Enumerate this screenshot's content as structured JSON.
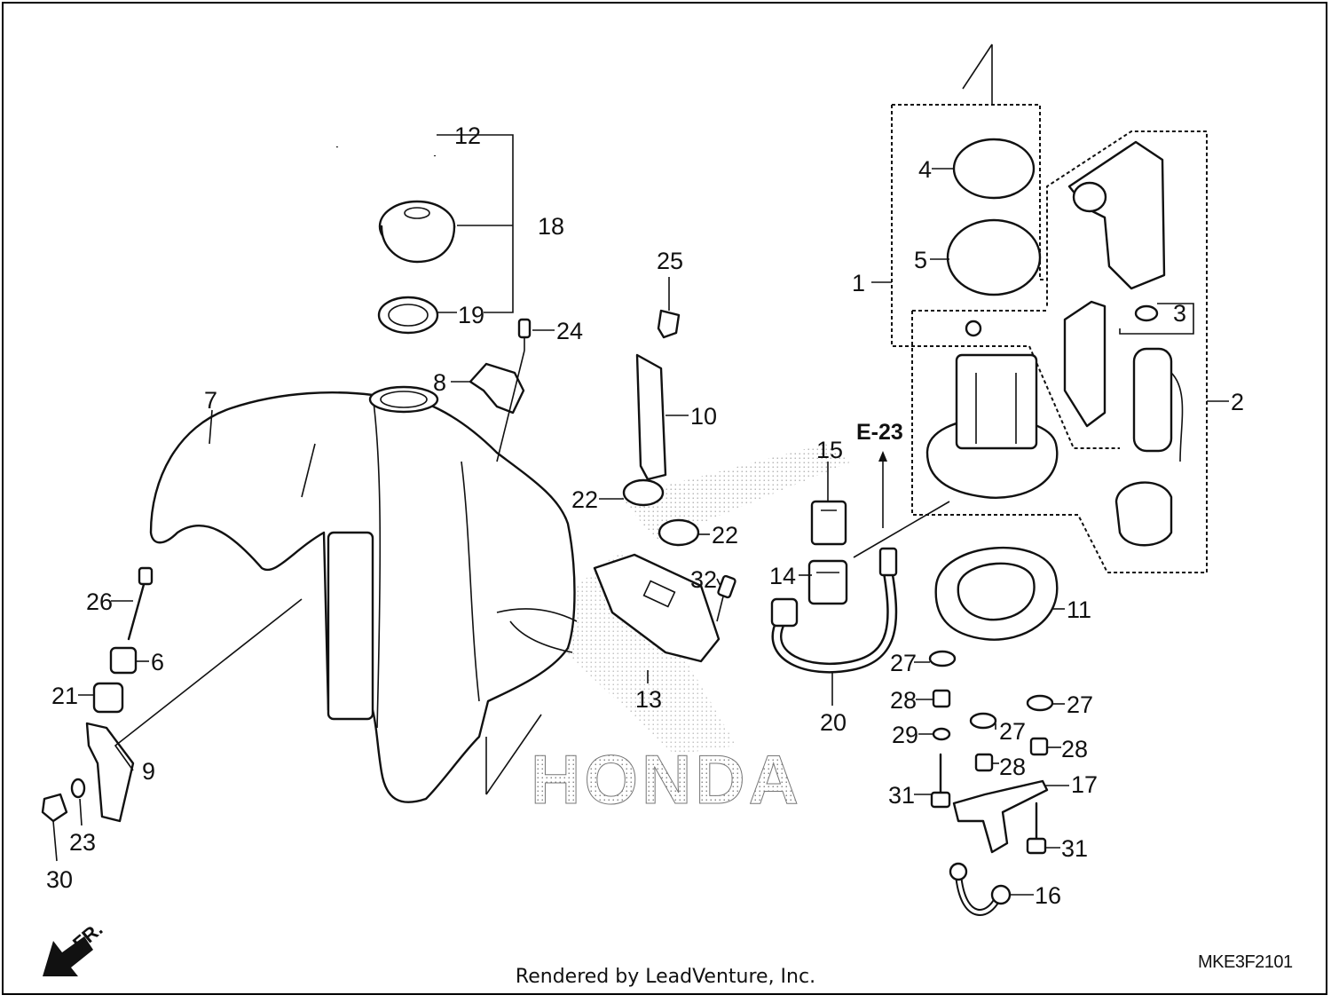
{
  "diagram": {
    "section_ref": "E-23",
    "direction_label": "FR.",
    "brand_watermark": "HONDA",
    "diagram_code": "MKE3F2101",
    "footer_text": "Rendered by LeadVenture, Inc.",
    "callouts": [
      {
        "id": "c1",
        "label": "1"
      },
      {
        "id": "c2",
        "label": "2"
      },
      {
        "id": "c3",
        "label": "3"
      },
      {
        "id": "c4",
        "label": "4"
      },
      {
        "id": "c5",
        "label": "5"
      },
      {
        "id": "c6",
        "label": "6"
      },
      {
        "id": "c7",
        "label": "7"
      },
      {
        "id": "c8",
        "label": "8"
      },
      {
        "id": "c9",
        "label": "9"
      },
      {
        "id": "c10",
        "label": "10"
      },
      {
        "id": "c11",
        "label": "11"
      },
      {
        "id": "c12",
        "label": "12"
      },
      {
        "id": "c13",
        "label": "13"
      },
      {
        "id": "c14",
        "label": "14"
      },
      {
        "id": "c15",
        "label": "15"
      },
      {
        "id": "c16",
        "label": "16"
      },
      {
        "id": "c17",
        "label": "17"
      },
      {
        "id": "c18",
        "label": "18"
      },
      {
        "id": "c19",
        "label": "19"
      },
      {
        "id": "c20",
        "label": "20"
      },
      {
        "id": "c21",
        "label": "21"
      },
      {
        "id": "c22a",
        "label": "22"
      },
      {
        "id": "c22b",
        "label": "22"
      },
      {
        "id": "c23",
        "label": "23"
      },
      {
        "id": "c24",
        "label": "24"
      },
      {
        "id": "c25",
        "label": "25"
      },
      {
        "id": "c26",
        "label": "26"
      },
      {
        "id": "c27a",
        "label": "27"
      },
      {
        "id": "c27b",
        "label": "27"
      },
      {
        "id": "c27c",
        "label": "27"
      },
      {
        "id": "c28a",
        "label": "28"
      },
      {
        "id": "c28b",
        "label": "28"
      },
      {
        "id": "c28c",
        "label": "28"
      },
      {
        "id": "c29",
        "label": "29"
      },
      {
        "id": "c30",
        "label": "30"
      },
      {
        "id": "c31a",
        "label": "31"
      },
      {
        "id": "c31b",
        "label": "31"
      },
      {
        "id": "c32",
        "label": "32"
      }
    ]
  }
}
